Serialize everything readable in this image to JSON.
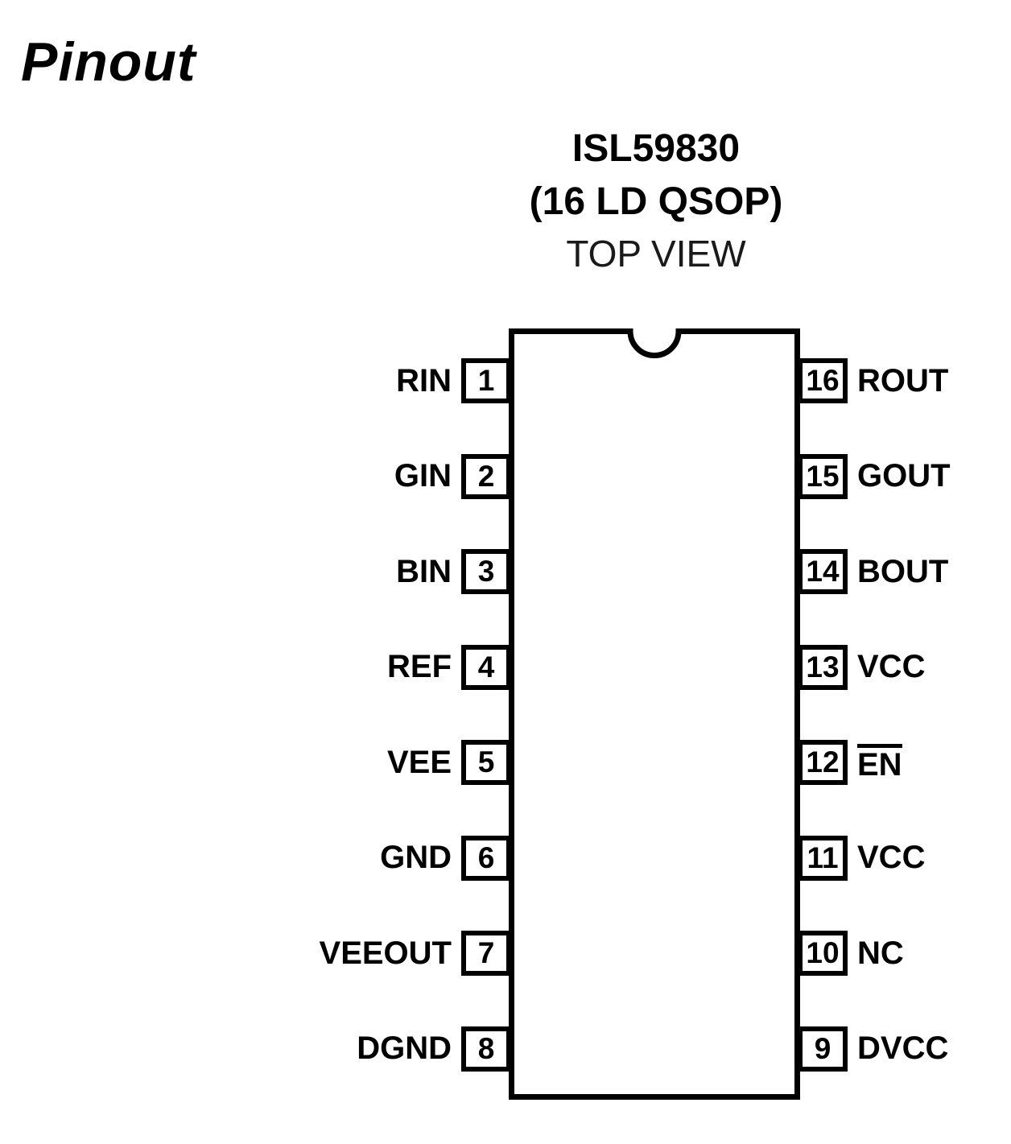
{
  "page_title": "Pinout",
  "chip": {
    "name": "ISL59830",
    "package": "(16 LD QSOP)",
    "view": "TOP VIEW"
  },
  "pins": {
    "left": [
      {
        "number": "1",
        "label": "RIN"
      },
      {
        "number": "2",
        "label": "GIN"
      },
      {
        "number": "3",
        "label": "BIN"
      },
      {
        "number": "4",
        "label": "REF"
      },
      {
        "number": "5",
        "label": "VEE"
      },
      {
        "number": "6",
        "label": "GND"
      },
      {
        "number": "7",
        "label": "VEEOUT"
      },
      {
        "number": "8",
        "label": "DGND"
      }
    ],
    "right": [
      {
        "number": "16",
        "label": "ROUT"
      },
      {
        "number": "15",
        "label": "GOUT"
      },
      {
        "number": "14",
        "label": "BOUT"
      },
      {
        "number": "13",
        "label": "VCC"
      },
      {
        "number": "12",
        "label": "EN",
        "overline": true
      },
      {
        "number": "11",
        "label": "VCC"
      },
      {
        "number": "10",
        "label": "NC"
      },
      {
        "number": "9",
        "label": "DVCC"
      }
    ]
  },
  "colors": {
    "ink": "#000000",
    "background": "#ffffff"
  }
}
